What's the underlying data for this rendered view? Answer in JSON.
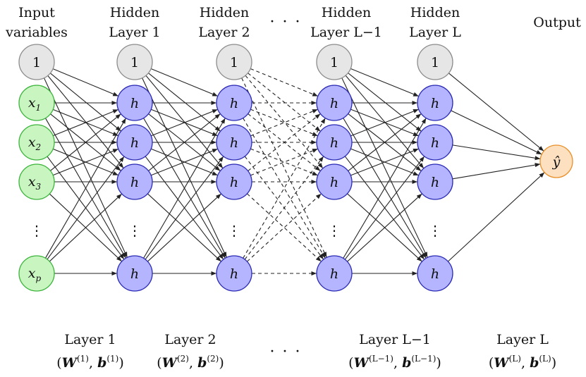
{
  "headers": {
    "input_line1": "Input",
    "input_line2": "variables",
    "h1_line1": "Hidden",
    "h1_line2": "Layer 1",
    "h2_line1": "Hidden",
    "h2_line2": "Layer 2",
    "top_ellipsis": "· · ·",
    "hLm1_line1": "Hidden",
    "hLm1_line2": "Layer L−1",
    "hL_line1": "Hidden",
    "hL_line2": "Layer L",
    "output": "Output"
  },
  "nodes": {
    "bias_label": "1",
    "hidden_label": "h",
    "input_labels": [
      "x1",
      "x2",
      "x3",
      "xp"
    ],
    "input_main": "x",
    "input_subs": [
      "1",
      "2",
      "3",
      "p"
    ],
    "output_main": "ŷ",
    "vertical_ellipsis": "⋮"
  },
  "footer": {
    "layer1_title": "Layer 1",
    "layer1_params": "(W(1), b(1))",
    "layer1_W": "W",
    "layer1_Wsup": "(1)",
    "layer1_b": "b",
    "layer1_bsup": "(1)",
    "layer2_title": "Layer 2",
    "layer2_params": "(W(2), b(2))",
    "layer2_W": "W",
    "layer2_Wsup": "(2)",
    "layer2_b": "b",
    "layer2_bsup": "(2)",
    "middle_ellipsis": "· · ·",
    "layerLm1_title": "Layer L−1",
    "layerLm1_params": "(W(L−1), b(L−1))",
    "layerLm1_W": "W",
    "layerLm1_Wsup": "(L−1)",
    "layerLm1_b": "b",
    "layerLm1_bsup": "(L−1)",
    "layerL_title": "Layer L",
    "layerL_params": "(W(L), b(L))",
    "layerL_W": "W",
    "layerL_Wsup": "(L)",
    "layerL_b": "b",
    "layerL_bsup": "(L)"
  },
  "colors": {
    "bias_fill": "#e6e6e6",
    "bias_stroke": "#8c8c8c",
    "input_fill": "#c8f5c0",
    "input_stroke": "#3cb43c",
    "hidden_fill": "#b4b4ff",
    "hidden_stroke": "#2a2ab4",
    "output_fill": "#fde0c0",
    "output_stroke": "#e8902a",
    "edge": "#222222"
  }
}
